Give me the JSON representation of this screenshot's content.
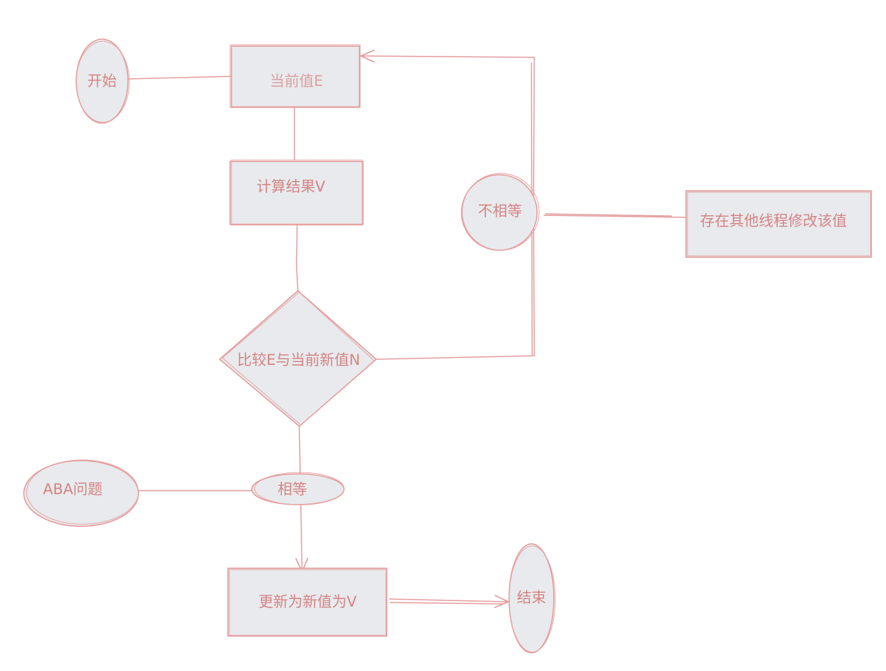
{
  "diagram": {
    "nodes": {
      "start": "开始",
      "current_value": "当前值E",
      "compute": "计算结果V",
      "compare": "比较E与当前新值N",
      "not_equal": "不相等",
      "other_thread": "存在其他线程修改该值",
      "aba": "ABA问题",
      "equal": "相等",
      "update": "更新为新值为V",
      "end": "结束"
    },
    "colors": {
      "stroke": "#e39a9a",
      "fill": "#e8eaed",
      "text": "#d58484"
    }
  }
}
